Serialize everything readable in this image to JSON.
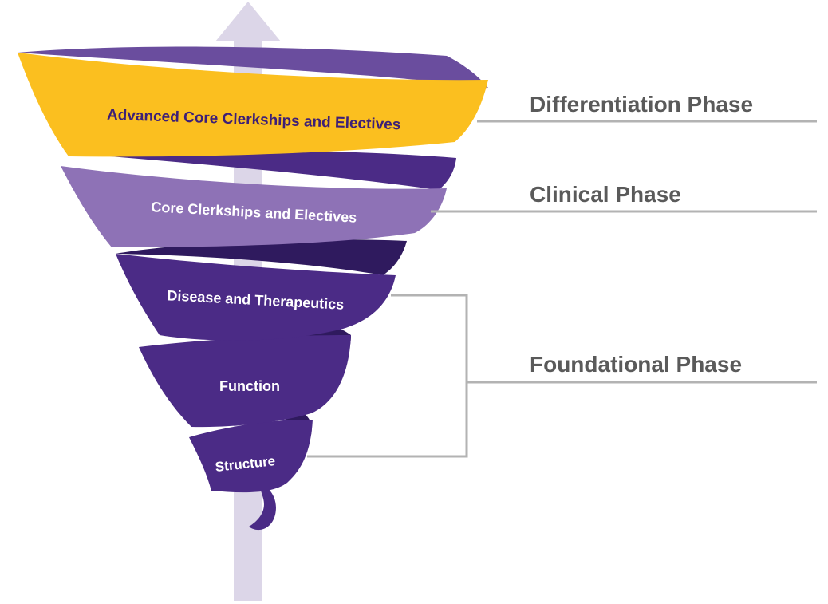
{
  "diagram": {
    "colors": {
      "arrow": "#dcd6e8",
      "gold": "#fbbf1f",
      "gold_text": "#3d1f77",
      "lavender": "#8e72b6",
      "lavender_dark": "#6a4d9e",
      "purple": "#4b2b86",
      "purple_dark": "#2f1a5e",
      "light_text": "#ffffff",
      "phase_text": "#5a5a5a",
      "connector": "#b3b3b3"
    },
    "bands": [
      {
        "label": "Advanced Core Clerkships and Electives"
      },
      {
        "label": "Core Clerkships and Electives"
      },
      {
        "label": "Disease and Therapeutics"
      },
      {
        "label": "Function"
      },
      {
        "label": "Structure"
      }
    ],
    "phases": [
      {
        "label": "Differentiation Phase"
      },
      {
        "label": "Clinical Phase"
      },
      {
        "label": "Foundational Phase"
      }
    ]
  }
}
